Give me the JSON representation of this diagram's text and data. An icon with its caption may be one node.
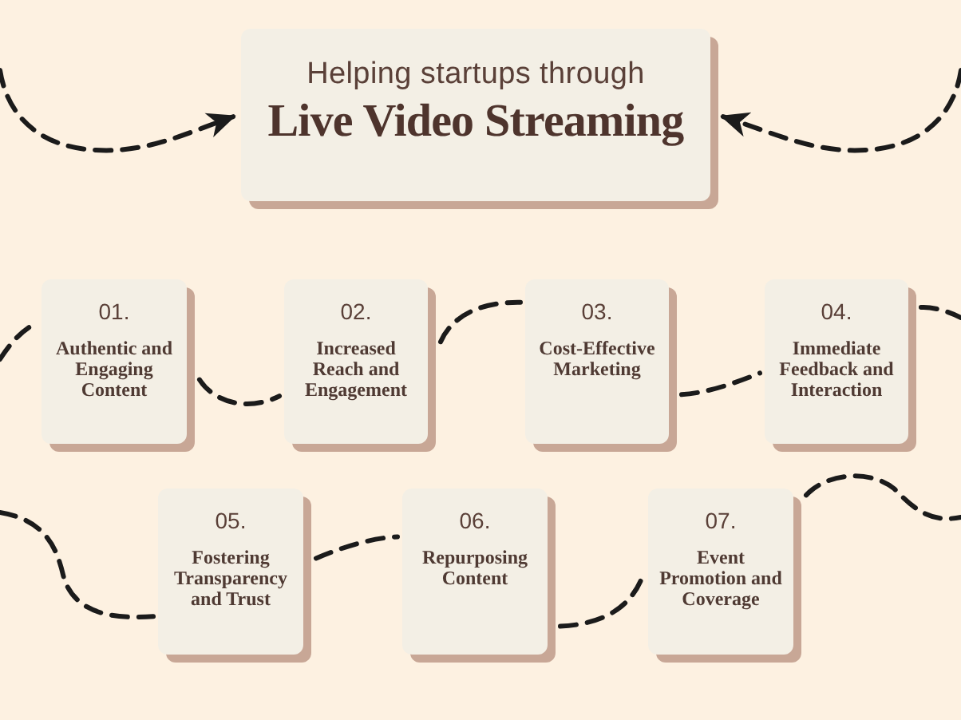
{
  "diagram": {
    "nodes": [
      {
        "text": [
          "Helping startups through",
          "Live Video Streaming"
        ]
      },
      {
        "text": [
          "01.",
          "Authentic and Engaging Content"
        ]
      },
      {
        "text": [
          "02.",
          "Increased Reach and Engagement"
        ]
      },
      {
        "text": [
          "03.",
          "Cost-Effective Marketing"
        ]
      },
      {
        "text": [
          "04.",
          "Immediate Feedback and Interaction"
        ]
      },
      {
        "text": [
          "05.",
          "Fostering Transparency and Trust"
        ]
      },
      {
        "text": [
          "06.",
          "Repurposing Content"
        ]
      },
      {
        "text": [
          "07.",
          "Event Promotion and Coverage"
        ]
      }
    ],
    "edges": [
      {
        "from": null,
        "to": 0,
        "arrow": "to",
        "style": "dashed"
      },
      {
        "from": null,
        "to": 0,
        "arrow": "to",
        "style": "dashed"
      },
      {
        "from": null,
        "to": 1,
        "arrow": "none",
        "style": "dashed"
      },
      {
        "from": 1,
        "to": 2,
        "arrow": "none",
        "style": "dashed"
      },
      {
        "from": 2,
        "to": 3,
        "arrow": "none",
        "style": "dashed"
      },
      {
        "from": 3,
        "to": 4,
        "arrow": "none",
        "style": "dashed"
      },
      {
        "from": 4,
        "to": null,
        "arrow": "none",
        "style": "dashed"
      },
      {
        "from": null,
        "to": 5,
        "arrow": "none",
        "style": "dashed"
      },
      {
        "from": 5,
        "to": 6,
        "arrow": "none",
        "style": "dashed"
      },
      {
        "from": 6,
        "to": 7,
        "arrow": "none",
        "style": "dashed"
      },
      {
        "from": 7,
        "to": null,
        "arrow": "none",
        "style": "dashed"
      }
    ]
  }
}
